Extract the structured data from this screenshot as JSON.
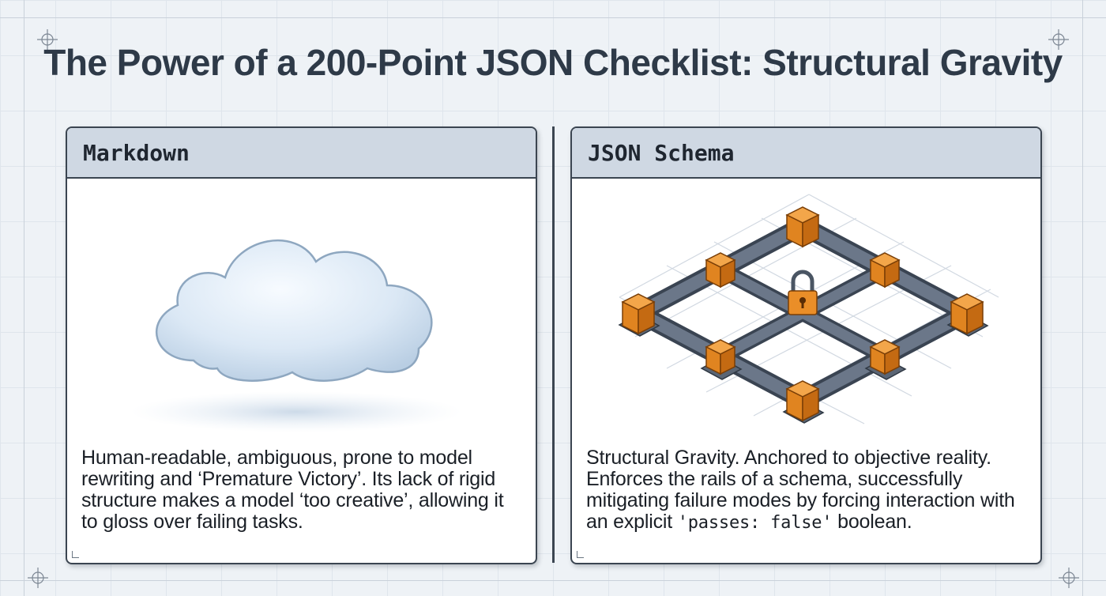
{
  "title": "The Power of a 200-Point JSON Checklist: Structural Gravity",
  "left_panel": {
    "heading": "Markdown",
    "icon": "cloud-icon",
    "description": "Human-readable, ambiguous, prone to model rewriting and ‘Premature Victory’. Its lack of rigid structure makes a model ‘too creative’, allowing it to gloss over failing tasks."
  },
  "right_panel": {
    "heading": "JSON Schema",
    "icon": "lattice-lock-icon",
    "description_main": "Structural Gravity. Anchored to objective reality. Enforces the rails of a schema, successfully mitigating failure modes by forcing interaction with an explicit ",
    "description_code": "'passes: false'",
    "description_end": " boolean."
  },
  "colors": {
    "background": "#eef2f6",
    "panel_header": "#cfd8e3",
    "beam": "#5c6878",
    "joint": "#e88a25",
    "cloud": "#d6e4f2",
    "title": "#2e3a48"
  }
}
